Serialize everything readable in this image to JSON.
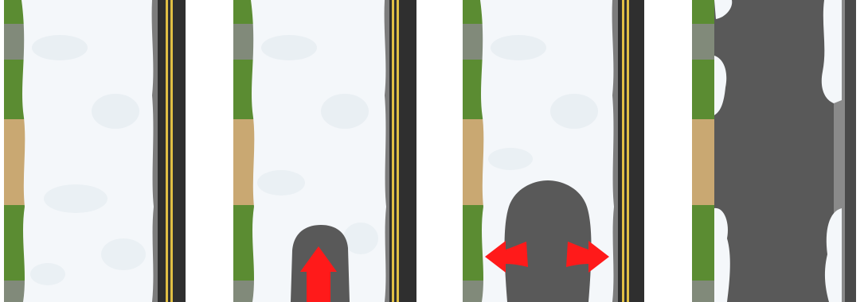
{
  "figure": {
    "panels": [
      {
        "id": "panel-1",
        "state": "snow-covered walkway"
      },
      {
        "id": "panel-2",
        "state": "clearing forward"
      },
      {
        "id": "panel-3",
        "state": "pushing snow to both sides"
      },
      {
        "id": "panel-4",
        "state": "cleared walkway"
      }
    ]
  },
  "colors": {
    "snow": "#f4f7fa",
    "snow_shadow": "#dfe6ec",
    "pavement": "#595959",
    "curb": "#8a8a8a",
    "road": "#2f2f2f",
    "road_line": "#e0bf44",
    "grass": "#5b8c32",
    "stone": "#818a7a",
    "sand": "#c9a872",
    "arrow": "#ff1a1a"
  },
  "icons": [
    "arrow-up-icon",
    "arrow-left-icon",
    "arrow-right-icon"
  ]
}
